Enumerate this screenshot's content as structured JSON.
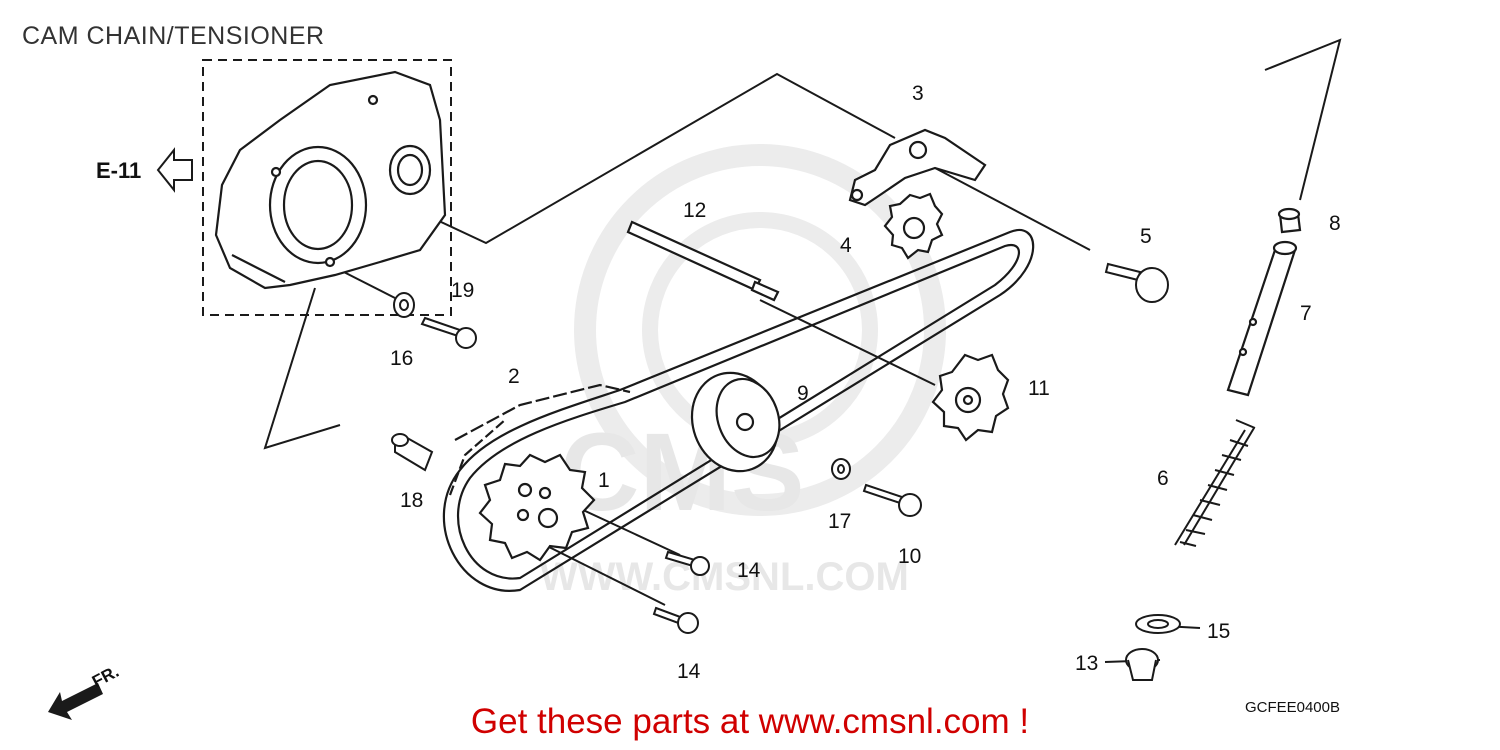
{
  "title": "CAM CHAIN/TENSIONER",
  "ref_label": "E-11",
  "front_label": "FR.",
  "diagram_code": "GCFEE0400B",
  "promo_text": "Get these parts at www.cmsnl.com !",
  "watermark": {
    "brand": "CMS",
    "url": "WWW.CMSNL.COM"
  },
  "callouts": {
    "c1": "1",
    "c2": "2",
    "c3": "3",
    "c4": "4",
    "c5": "5",
    "c6": "6",
    "c7": "7",
    "c8": "8",
    "c9": "9",
    "c10": "10",
    "c11": "11",
    "c12": "12",
    "c13": "13",
    "c14a": "14",
    "c14b": "14",
    "c15": "15",
    "c16": "16",
    "c17": "17",
    "c18": "18",
    "c19": "19"
  },
  "colors": {
    "line": "#1a1a1a",
    "watermark": "#e7e7e7",
    "promo": "#d00000"
  }
}
